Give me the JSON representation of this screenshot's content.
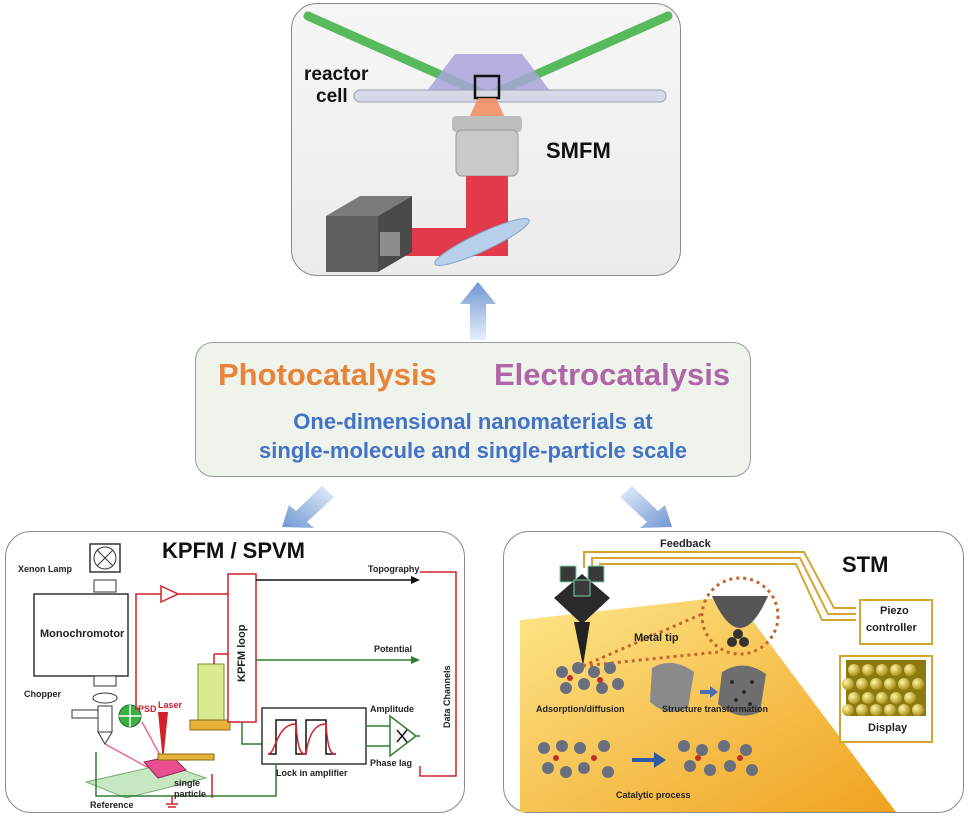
{
  "center": {
    "photocatalysis": "Photocatalysis",
    "electrocatalysis": "Electrocatalysis",
    "subtitle_line1": "One-dimensional nanomaterials at",
    "subtitle_line2": "single-molecule and single-particle scale"
  },
  "smfm": {
    "title": "SMFM",
    "reactor_line1": "reactor",
    "reactor_line2": "cell"
  },
  "kpfm": {
    "title": "KPFM / SPVM",
    "xenon_lamp": "Xenon Lamp",
    "monochromotor": "Monochromotor",
    "chopper": "Chopper",
    "psd": "PSD",
    "laser": "Laser",
    "kpfm_loop": "KPFM loop",
    "topography": "Topography",
    "potential": "Potential",
    "amplitude": "Amplitude",
    "phase_lag": "Phase lag",
    "lock_in": "Lock in amplifier",
    "data_channels": "Data Channels",
    "single_particle_line1": "single",
    "single_particle_line2": "particle",
    "reference": "Reference"
  },
  "stm": {
    "title": "STM",
    "feedback": "Feedback",
    "piezo_line1": "Piezo",
    "piezo_line2": "controller",
    "metal_tip": "Metal tip",
    "adsorption": "Adsorption/diffusion",
    "structure": "Structure transformation",
    "catalytic": "Catalytic process",
    "display": "Display"
  },
  "colors": {
    "photo": "#e8833a",
    "electro": "#b065a8",
    "subtitle": "#4472c4",
    "arrow": "#8fb0dd",
    "laser_green": "#3cb043",
    "laser_red": "#e23a4a",
    "stm_surface": "#f5b52a",
    "kpfm_red": "#d0202a",
    "kpfm_green": "#2e7d32"
  }
}
